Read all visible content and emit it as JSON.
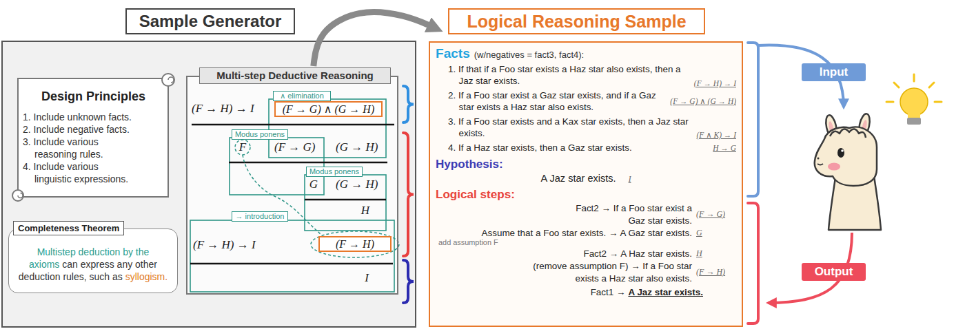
{
  "diagram": {
    "nodes": [
      {
        "text": [
          "Sample Generator"
        ]
      },
      {
        "text": [
          "Design Principles",
          "1. Include unknown facts.",
          "2. Include negative facts.",
          "3. Include various reasoning rules.",
          "4. Include various linguistic expressions."
        ]
      },
      {
        "text": [
          "Completeness Theorem",
          "Multistep deduction by the axioms",
          "can express any other deduction rules, such as",
          "syllogism."
        ]
      },
      {
        "text": [
          "Multi-step Deductive Reasoning"
        ]
      },
      {
        "text": [
          "∧ elimination"
        ],
        "in": 3
      },
      {
        "text": [
          "(F → G) ∧ (G → H)"
        ],
        "in": 3
      },
      {
        "text": [
          "Modus ponens"
        ],
        "in": 3
      },
      {
        "text": [
          "Modus ponens"
        ],
        "in": 3
      },
      {
        "text": [
          "→ introduction"
        ],
        "in": 3
      },
      {
        "text": [
          "(F → H)"
        ],
        "in": 3
      },
      {
        "text": [
          "Logical Reasoning Sample"
        ]
      },
      {
        "text": [
          "Facts",
          "(w/negatives = fact3, fact4):",
          "1. If that if a Foo star exists a Haz star also exists, then a Jaz star exists.",
          "(F → H) → I",
          "2. If a Foo star exist a Gaz star exists, and if a Gaz star exists a Haz star also exists.",
          "(F → G) ∧ (G → H)",
          "3. If a Foo star exists and a Kax star exists, then a Jaz star exists.",
          "(F ∧ K) → I",
          "4. If a Haz star exists, then a Gaz star exists.",
          "H → G",
          "Hypothesis:",
          "A Jaz star exists.",
          "I",
          "Logical steps:",
          "Fact2 → If a Foo star exist a Gaz star exists.",
          "(F → G)",
          "Assume that a Foo star exists. → A Gaz star exists.",
          "G",
          "add assumption F",
          "Fact2 → A Haz star exists.",
          "H",
          "(remove assumption F) → If a Foo star exists a Haz star also exists.",
          "(F → H)",
          "Fact1 →",
          "A Jaz star exists."
        ]
      },
      {
        "text": [
          "Input"
        ]
      },
      {
        "text": [
          "Output"
        ]
      }
    ],
    "edges": [
      {
        "from": 3,
        "to": 10,
        "arrow": "to"
      }
    ],
    "labels": [
      "(F → H) → I",
      "F",
      "(F → G)",
      "(G → H)",
      "G",
      "(G → H)",
      "H",
      "(F → H) → I",
      "I"
    ]
  }
}
